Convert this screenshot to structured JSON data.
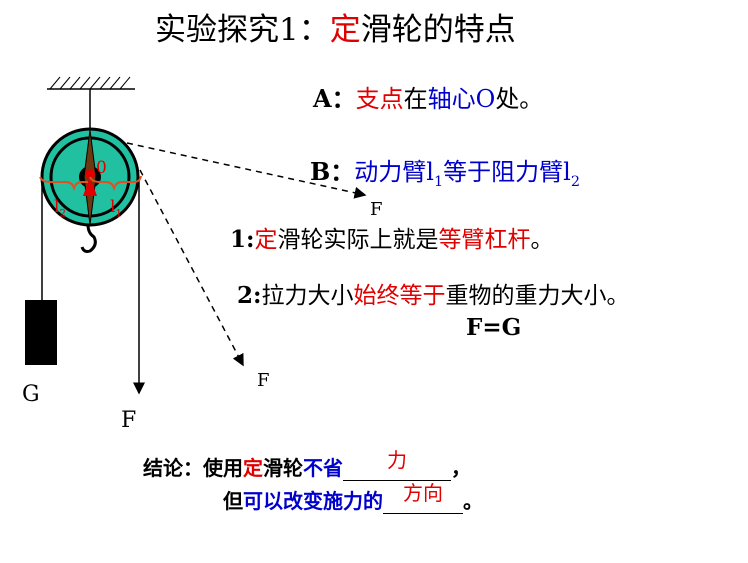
{
  "title": {
    "prefix": "实验探究1：",
    "highlight": "定",
    "suffix": "滑轮的特点"
  },
  "point_a": {
    "label": "A：",
    "p1": "支点",
    "p2": "在",
    "p3": "轴心O",
    "p4": "处。"
  },
  "point_b": {
    "label": "B：",
    "p1": "动力臂l",
    "sub1": "1",
    "p2": "等于阻力臂l",
    "sub2": "2"
  },
  "statement_1": {
    "num": "1:",
    "p1": "定",
    "p2": "滑轮实际上就是",
    "p3": "等臂杠杆",
    "p4": "。"
  },
  "statement_2": {
    "num": "2:",
    "p1": "拉力大小",
    "p2": "始终等于",
    "p3": "重物的重力大小。"
  },
  "formula": "F=G",
  "diagram": {
    "labels": {
      "O": "0",
      "l1": "l",
      "l1_sub": "1",
      "l2": "l",
      "l2_sub": "2",
      "G": "G",
      "F_down": "F",
      "F_diag1": "F",
      "F_diag2": "F"
    },
    "colors": {
      "pulley": "#20c0a0",
      "marks": "#e00000",
      "lever": "#6b3a10"
    }
  },
  "conclusion": {
    "label": "结论：",
    "l1_p1": "使用",
    "l1_p2": "定",
    "l1_p3": "滑轮",
    "l1_p4": "不省",
    "blank1": "力",
    "l1_end": "，",
    "l2_p1": "但",
    "l2_p2": "可以改变施力的",
    "blank2": "方向",
    "l2_end": "。"
  }
}
